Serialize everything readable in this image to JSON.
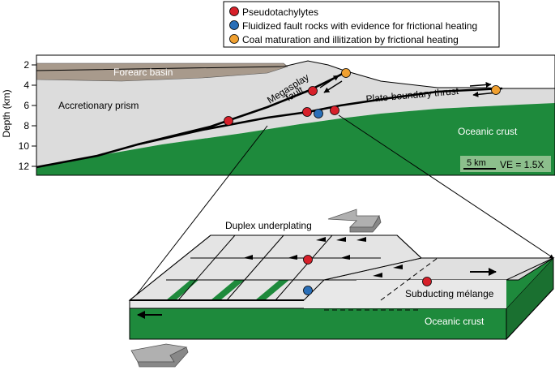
{
  "legend": {
    "items": [
      {
        "label": "Pseudotachylytes",
        "color": "#d7202a"
      },
      {
        "label": "Fluidized fault rocks with evidence for frictional heating",
        "color": "#2a6fb8"
      },
      {
        "label": "Coal maturation and illitization by frictional heating",
        "color": "#f0a030"
      }
    ]
  },
  "cross_section": {
    "y_axis_label": "Depth (km)",
    "depth_ticks": [
      "2",
      "4",
      "6",
      "8",
      "10",
      "12"
    ],
    "labels": {
      "forearc_basin": "Forearc basin",
      "accretionary_prism": "Accretionary prism",
      "megasplay_line1": "Megasplay",
      "megasplay_line2": "fault",
      "plate_boundary_thrust": "Plate-boundary thrust",
      "oceanic_crust": "Oceanic crust"
    },
    "scale_bar": {
      "label": "5 km",
      "ve": "VE = 1.5X"
    }
  },
  "block_diagram": {
    "labels": {
      "duplex_underplating": "Duplex underplating",
      "subducting_melange": "Subducting mélange",
      "oceanic_crust": "Oceanic crust"
    }
  },
  "colors": {
    "oceanic_crust": "#1e8a3c",
    "prism_fill": "#dcdcdc",
    "forearc_basin": "#a89a8c",
    "pseudotachylyte": "#d7202a",
    "fluidized": "#2a6fb8",
    "coal": "#f0a030",
    "scale_bg": "#8cbf8c"
  }
}
